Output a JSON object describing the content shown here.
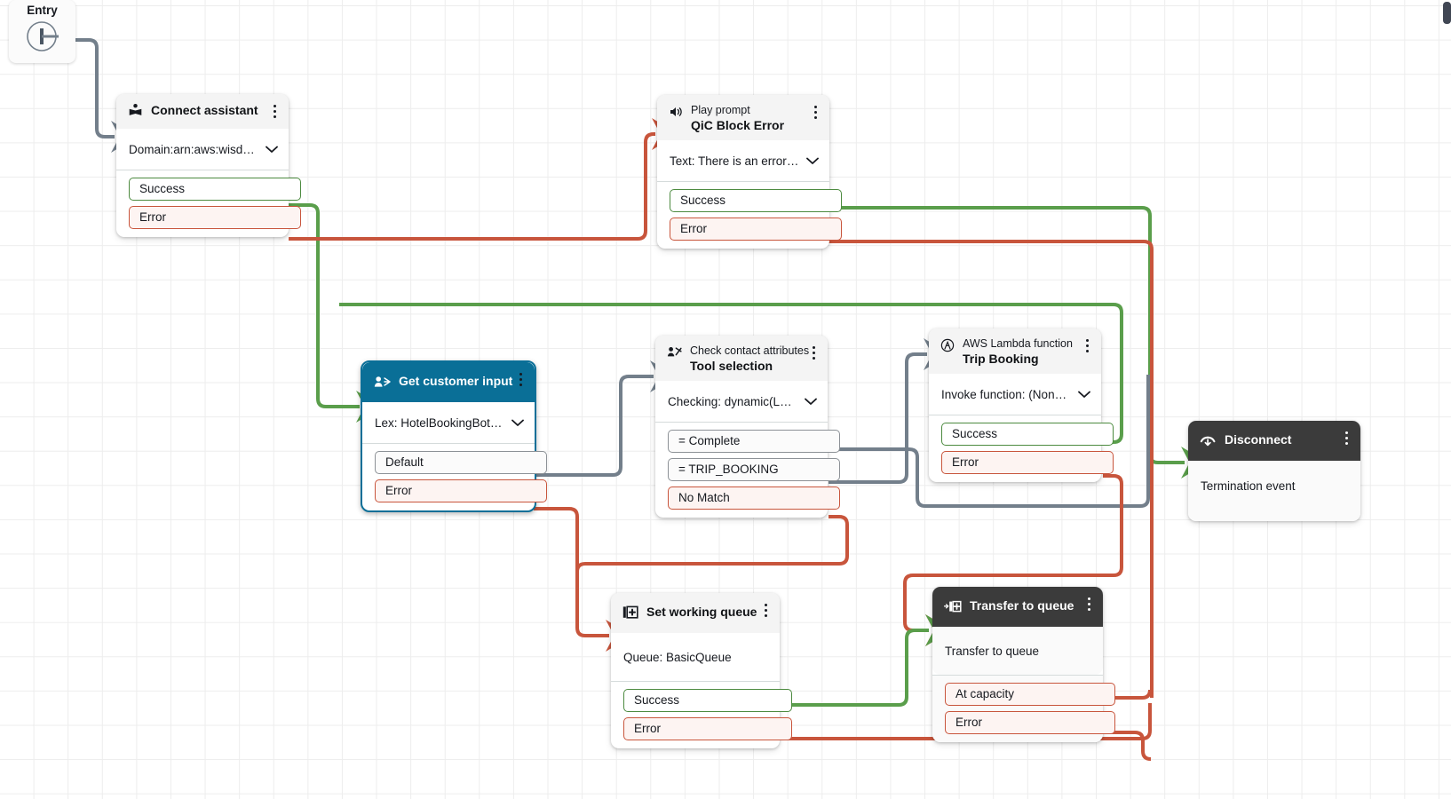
{
  "canvas": {
    "background": "#ffffff",
    "grid_color": "#ededed",
    "colors": {
      "success": "#5a9e4b",
      "error": "#c8553c",
      "neutral": "#737f8b",
      "selected": "#0a6f97",
      "dark_header": "#3b3b3b",
      "light_header": "#f4f4f4"
    }
  },
  "entry": {
    "label": "Entry",
    "icon": "entry-terminal-icon"
  },
  "scrollbar": {
    "visible": true
  },
  "nodes": [
    {
      "id": "connect-assistant",
      "kind": "",
      "title": "Connect assistant",
      "icon": "wisdom-book-icon",
      "body": "Domain:arn:aws:wisdom:u...",
      "has_chevron": true,
      "style": "light",
      "ports": [
        {
          "label": "Success",
          "type": "ok"
        },
        {
          "label": "Error",
          "type": "err"
        }
      ]
    },
    {
      "id": "play-prompt",
      "kind": "Play prompt",
      "title": "QiC Block Error",
      "icon": "speaker-icon",
      "body": "Text: There is an error w...",
      "has_chevron": true,
      "style": "light",
      "ports": [
        {
          "label": "Success",
          "type": "ok"
        },
        {
          "label": "Error",
          "type": "err"
        }
      ]
    },
    {
      "id": "get-customer-input",
      "kind": "",
      "title": "Get customer input",
      "icon": "customer-input-icon",
      "body": "Lex: HotelBookingBot (US...",
      "has_chevron": true,
      "style": "selected",
      "ports": [
        {
          "label": "Default",
          "type": "plain"
        },
        {
          "label": "Error",
          "type": "err"
        }
      ]
    },
    {
      "id": "check-contact-attributes",
      "kind": "Check contact attributes",
      "title": "Tool selection",
      "icon": "check-attributes-icon",
      "body": "Checking: dynamic(Lex > ...",
      "has_chevron": true,
      "style": "light",
      "ports": [
        {
          "label": "= Complete",
          "type": "plain"
        },
        {
          "label": "= TRIP_BOOKING",
          "type": "plain"
        },
        {
          "label": "No Match",
          "type": "err"
        }
      ]
    },
    {
      "id": "aws-lambda-function",
      "kind": "AWS Lambda function",
      "title": "Trip Booking",
      "icon": "lambda-icon",
      "body": "Invoke function: (None s...",
      "has_chevron": true,
      "style": "light",
      "ports": [
        {
          "label": "Success",
          "type": "ok"
        },
        {
          "label": "Error",
          "type": "err"
        }
      ]
    },
    {
      "id": "disconnect",
      "kind": "",
      "title": "Disconnect",
      "icon": "disconnect-icon",
      "body": "Termination event",
      "has_chevron": false,
      "style": "dark",
      "ports": []
    },
    {
      "id": "set-working-queue",
      "kind": "",
      "title": "Set working queue",
      "icon": "set-queue-icon",
      "body": "Queue: BasicQueue",
      "has_chevron": false,
      "style": "light",
      "ports": [
        {
          "label": "Success",
          "type": "ok"
        },
        {
          "label": "Error",
          "type": "err"
        }
      ]
    },
    {
      "id": "transfer-to-queue",
      "kind": "",
      "title": "Transfer to queue",
      "icon": "transfer-queue-icon",
      "body": "Transfer to queue",
      "has_chevron": false,
      "style": "dark",
      "ports": [
        {
          "label": "At capacity",
          "type": "err"
        },
        {
          "label": "Error",
          "type": "err"
        }
      ]
    }
  ]
}
